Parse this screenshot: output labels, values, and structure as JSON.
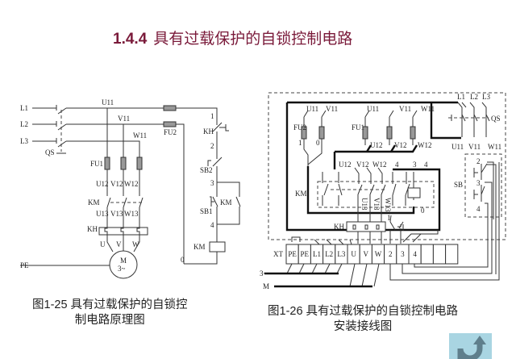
{
  "title": {
    "number": "1.4.4",
    "text": "具有过载保护的自锁控制电路"
  },
  "left": {
    "caption_line1": "图1-25  具有过载保护的自锁控",
    "caption_line2": "制电路原理图",
    "labels": {
      "L1": "L1",
      "L2": "L2",
      "L3": "L3",
      "QS": "QS",
      "U11": "U11",
      "V11": "V11",
      "W11": "W11",
      "FU1": "FU1",
      "FU2": "FU2",
      "U12": "U12",
      "V12": "V12",
      "W12": "W12",
      "KM": "KM",
      "U13": "U13",
      "V13": "V13",
      "W13": "W13",
      "KH": "KH",
      "U": "U",
      "V": "V",
      "W": "W",
      "PE": "PE",
      "M": "M",
      "M_phase": "3~",
      "n1": "1",
      "KH_c": "KH",
      "n2": "2",
      "SB2": "SB2",
      "n3": "3",
      "SB1": "SB1",
      "KM_c": "KM",
      "n4": "4",
      "KM_coil": "KM",
      "n0": "0"
    }
  },
  "right": {
    "caption_line1": "图1-26  具有过载保护的自锁控制电路",
    "caption_line2": "安装接线图",
    "labels": {
      "FU2": "FU2",
      "fu2_U11": "U11",
      "fu2_V11": "V11",
      "fu2_1": "1",
      "fu2_0": "0",
      "FU1": "FU1",
      "U11": "U11",
      "V11": "V11",
      "W11": "W11",
      "U12": "U12",
      "V12": "V12",
      "W12": "W12",
      "L1": "L1",
      "L2": "L2",
      "L3": "L3",
      "QS": "QS",
      "qs_U11": "U11",
      "qs_V11": "V11",
      "qs_W11": "W11",
      "km_U12": "U12",
      "km_V12": "V12",
      "km_W12": "W12",
      "km_4a": "4",
      "km_3": "3",
      "km_4b": "4",
      "KM": "KM",
      "U13": "U13",
      "V13": "V13",
      "W13": "W13",
      "km_0": "0",
      "KH": "KH",
      "kh_1": "1",
      "SB": "SB",
      "sb_2": "2",
      "sb_3": "3",
      "sb_4": "4",
      "XT": "XT",
      "supply": "3~",
      "motor": "M"
    },
    "terminals": [
      "PE",
      "PE",
      "L1",
      "L2",
      "L3",
      "U",
      "V",
      "W",
      "2",
      "3",
      "4",
      "",
      "",
      ""
    ]
  },
  "return_icon": "u-turn-arrow-icon",
  "colors": {
    "title": "#7a1a3a",
    "return_bg": "#a9d5e2",
    "return_arrow": "#5f7f8c"
  }
}
